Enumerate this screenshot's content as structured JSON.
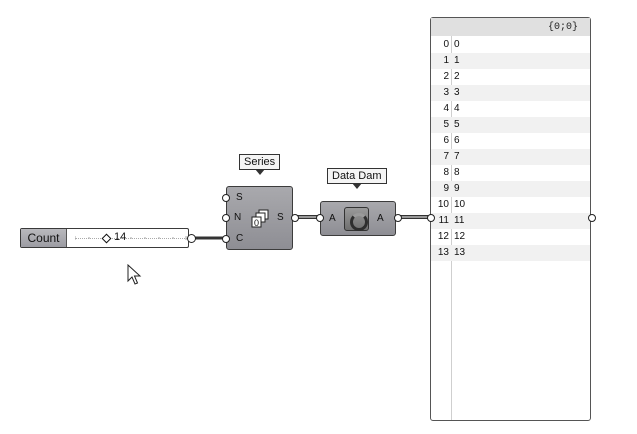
{
  "slider": {
    "label": "Count",
    "value": "14"
  },
  "series": {
    "tooltip": "Series",
    "inputs": [
      "S",
      "N",
      "C"
    ],
    "output": "S"
  },
  "data_dam": {
    "tooltip": "Data Dam",
    "input": "A",
    "output": "A"
  },
  "panel": {
    "path": "{0;0}",
    "rows": [
      {
        "index": "0",
        "value": "0"
      },
      {
        "index": "1",
        "value": "1"
      },
      {
        "index": "2",
        "value": "2"
      },
      {
        "index": "3",
        "value": "3"
      },
      {
        "index": "4",
        "value": "4"
      },
      {
        "index": "5",
        "value": "5"
      },
      {
        "index": "6",
        "value": "6"
      },
      {
        "index": "7",
        "value": "7"
      },
      {
        "index": "8",
        "value": "8"
      },
      {
        "index": "9",
        "value": "9"
      },
      {
        "index": "10",
        "value": "10"
      },
      {
        "index": "11",
        "value": "11"
      },
      {
        "index": "12",
        "value": "12"
      },
      {
        "index": "13",
        "value": "13"
      }
    ]
  }
}
